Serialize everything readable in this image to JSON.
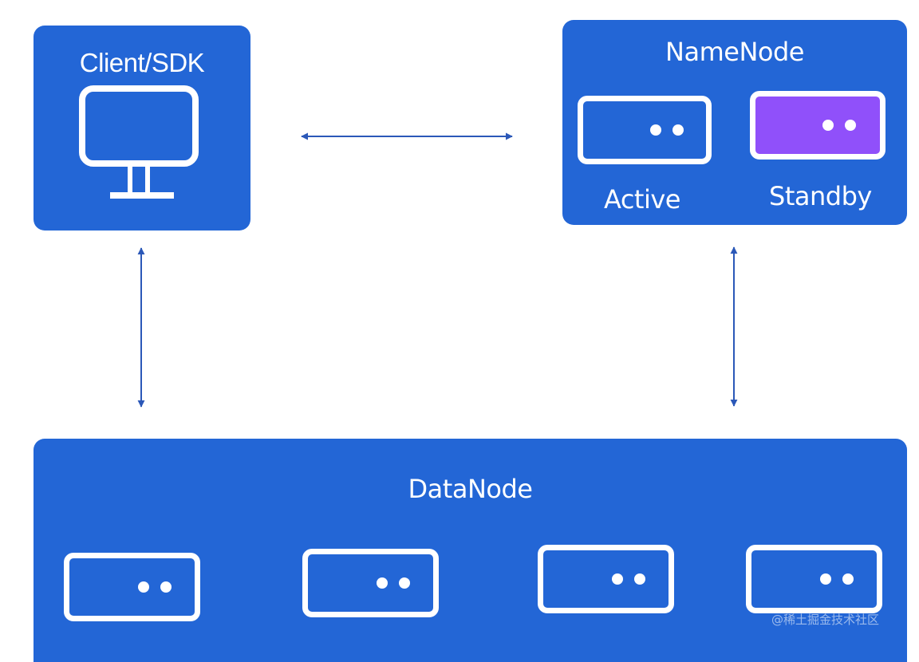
{
  "client": {
    "title": "Client/SDK",
    "icon": "monitor-icon"
  },
  "namenode": {
    "title": "NameNode",
    "active_label": "Active",
    "standby_label": "Standby"
  },
  "datanode": {
    "title": "DataNode",
    "server_count": 4
  },
  "colors": {
    "panel": "#2366d6",
    "standby": "#9050fa",
    "arrow": "#2b58b8",
    "foreground": "#ffffff"
  },
  "watermark": "@稀土掘金技术社区"
}
